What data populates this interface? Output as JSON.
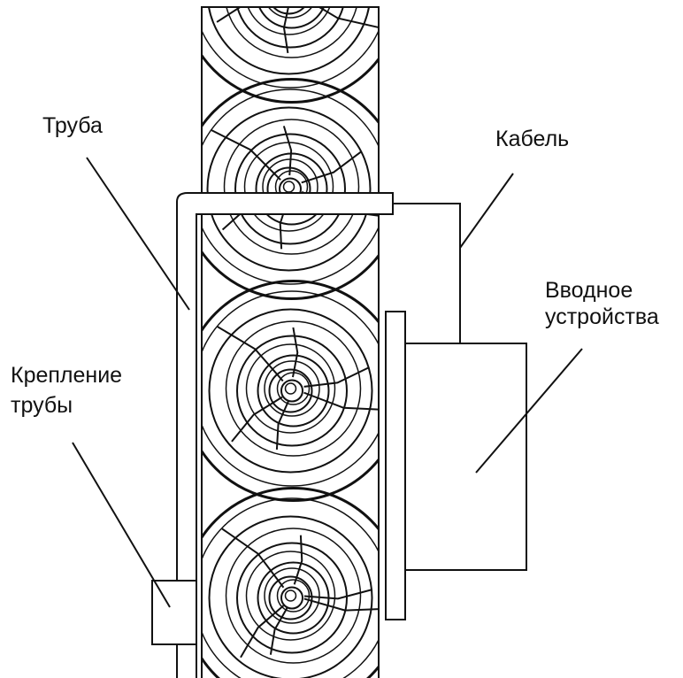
{
  "labels": {
    "pipe": "Труба",
    "cable": "Кабель",
    "input_device_line1": "Вводное",
    "input_device_line2": "устройства",
    "pipe_mount_line1": "Крепление",
    "pipe_mount_line2": "трубы"
  },
  "colors": {
    "stroke": "#111111",
    "background": "#ffffff"
  }
}
